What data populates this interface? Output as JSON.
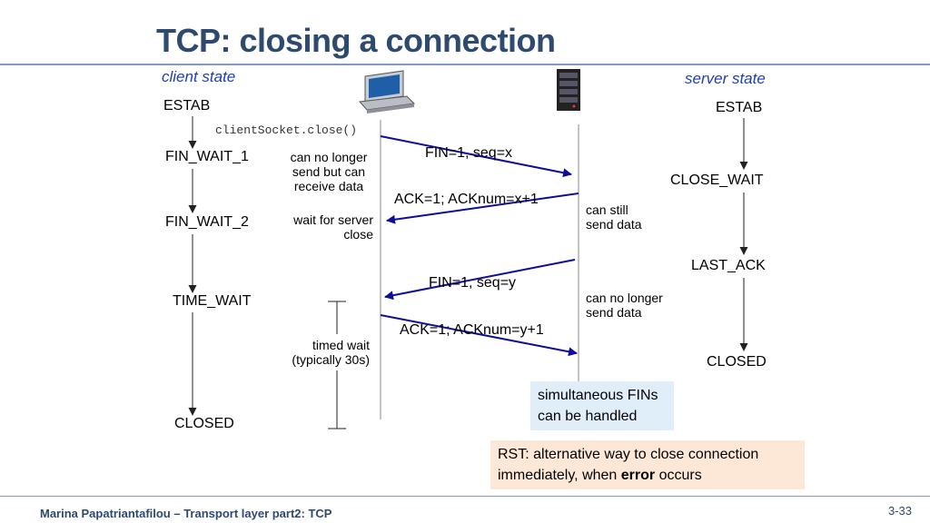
{
  "title": "TCP: closing a connection",
  "client_state_label": "client state",
  "server_state_label": "server state",
  "client_states": [
    "ESTAB",
    "FIN_WAIT_1",
    "FIN_WAIT_2",
    "TIME_WAIT",
    "CLOSED"
  ],
  "server_states": [
    "ESTAB",
    "CLOSE_WAIT",
    "LAST_ACK",
    "CLOSED"
  ],
  "code_label": "clientSocket.close()",
  "messages": [
    "FIN=1, seq=x",
    "ACK=1; ACKnum=x+1",
    "FIN=1, seq=y",
    "ACK=1; ACKnum=y+1"
  ],
  "client_notes": {
    "cannot_send": "can no longer\nsend but can\nreceive data",
    "wait_server": "wait for server\nclose",
    "timed_wait": "timed wait\n(typically 30s)"
  },
  "server_notes": {
    "can_still_send": "can still\nsend data",
    "cannot_send": "can no longer\nsend data"
  },
  "simultaneous_box": "simultaneous FINs\ncan be handled",
  "rst_box": {
    "text_before": "RST: alternative way to close connection immediately, when ",
    "bold": "error",
    "text_after": " occurs"
  },
  "footer_left": "Marina Papatriantafilou –  Transport layer part2: TCP",
  "footer_right": "3-33",
  "colors": {
    "title": "#2e4a6e",
    "state_header": "#1f3fb0",
    "arrow": "#0d0d9a",
    "rule": "#7f9bbd"
  },
  "icons": [
    "client-computer-icon",
    "server-tower-icon"
  ]
}
